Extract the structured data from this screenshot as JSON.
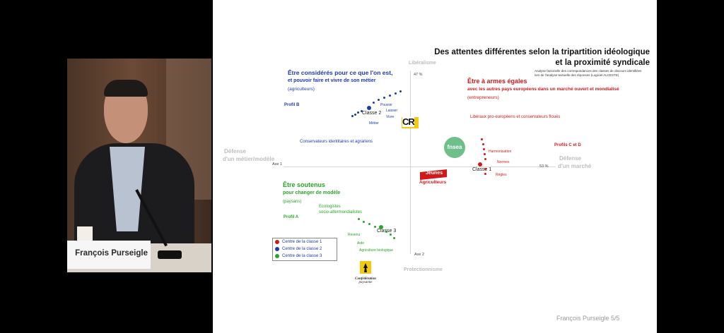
{
  "speaker": {
    "nameplate": "François Purseigle"
  },
  "slide": {
    "title_line1": "Des attentes différentes selon la tripartition idéologique",
    "title_line2": "et la proximité syndicale",
    "subtitle_line1": "Analyse factorielle des correspondances des classes de discours identifiées",
    "subtitle_line2": "lors de l'analyse textuelle des réponses (Logiciel ALCESTE)",
    "axis_top": "Libéralisme",
    "axis_bottom": "Protectionnisme",
    "axis_left_line1": "Défense",
    "axis_left_line2": "d'un métier/modèle",
    "axis_right_line1": "Défense",
    "axis_right_line2": "d'un marché",
    "axe1": "Axe 1",
    "axe2": "Axe 2",
    "pct_vertical": "47 %",
    "pct_horizontal": "53 %",
    "blue_block": {
      "line1": "Être considérés pour ce que l'on est,",
      "line2": "et pouvoir faire et vivre de son métier",
      "line3": "(agriculteurs)",
      "profile": "Profil B",
      "class": "Classe 2",
      "words": [
        "Pouvoir",
        "Laisser",
        "Vivre",
        "Métier"
      ],
      "center_text": "Conservateurs identitaires et agrariens"
    },
    "red_block": {
      "line1": "Être à armes égales",
      "line2": "avec les autres pays européens dans un marché ouvert et mondialisé",
      "line3": "(entrepreneurs)",
      "note": "Libéraux pro-européens et conservateurs floués",
      "profile": "Profils C et D",
      "class": "Classe 1",
      "words": [
        "Harmonisation",
        "Normes",
        "Règles"
      ]
    },
    "green_block": {
      "line1": "Être soutenus",
      "line2": "pour changer de modèle",
      "line3": "(paysans)",
      "group_line1": "Ecologistes",
      "group_line2": "socio-altermondialistes",
      "profile": "Profil A",
      "class": "Classe 3",
      "words": [
        "Revenu",
        "Aide",
        "Agriculture biologique"
      ]
    },
    "legend": [
      {
        "label": "Centre de la classe 1",
        "color": "#d01a1a"
      },
      {
        "label": "Centre de la classe 2",
        "color": "#1d3aa6"
      },
      {
        "label": "Centre de la classe 3",
        "color": "#28a428"
      }
    ],
    "logos": {
      "cr": "CR",
      "fnsea": "fnsea",
      "ja_line1": "Jeunes",
      "ja_line2": "Agriculteurs",
      "conf_line1": "Confédération",
      "conf_line2": "paysanne"
    },
    "footer": "François Purseigle 5/5"
  },
  "colors": {
    "blue": "#1d3aa6",
    "red": "#d01a1a",
    "green": "#28a428",
    "fnsea": "#6fbf8a"
  }
}
